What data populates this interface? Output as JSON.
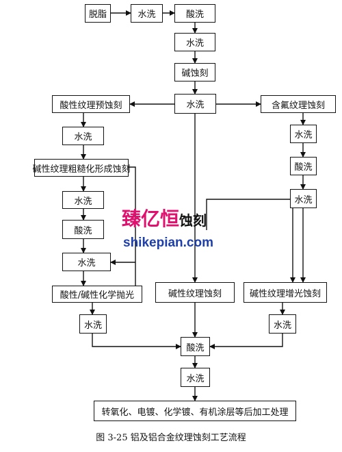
{
  "nodes": {
    "degrease": "脱脂",
    "rinse_1": "水洗",
    "acid_1": "酸洗",
    "rinse_2": "水洗",
    "alkali_etch": "碱蚀刻",
    "rinse_3": "水洗",
    "acid_pre_etch": "酸性纹理预蚀刻",
    "fluoride_etch": "含氟纹理蚀刻",
    "rinse_l1": "水洗",
    "rinse_r1": "水洗",
    "alkali_rough": "碱性纹理粗糙化形成蚀刻",
    "acid_r": "酸洗",
    "rinse_l2": "水洗",
    "rinse_r2": "水洗",
    "acid_l": "酸洗",
    "rinse_l3": "水洗",
    "chem_polish": "酸性/碱性化学抛光",
    "alkali_texture": "碱性纹理蚀刻",
    "alkali_bright": "碱性纹理增光蚀刻",
    "rinse_l4": "水洗",
    "rinse_r3": "水洗",
    "acid_final": "酸洗",
    "rinse_final": "水洗",
    "post_process": "转氧化、电镀、化学镀、有机涂层等后加工处理"
  },
  "caption": "图 3-25   铝及铝合金纹理蚀刻工艺流程",
  "watermark": {
    "brand": "臻亿恒",
    "suffix": "蚀刻",
    "url": "shikepian.com",
    "brand_color": "#e0106e",
    "url_color": "#1f3fa8"
  }
}
